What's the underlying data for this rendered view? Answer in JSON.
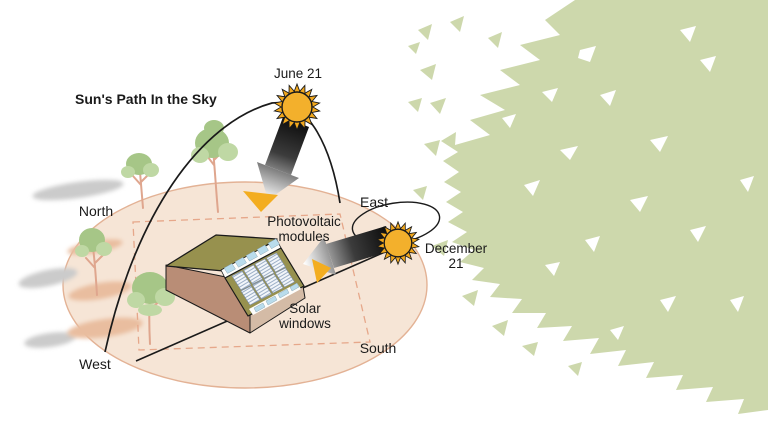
{
  "title": {
    "line1": "Sun's Path",
    "line2": "In the Sky"
  },
  "sun_labels": {
    "june": "June 21",
    "december_line1": "December",
    "december_line2": "21"
  },
  "compass": {
    "north": "North",
    "east": "East",
    "south": "South",
    "west": "West"
  },
  "annotations": {
    "photovoltaic_line1": "Photovoltaic",
    "photovoltaic_line2": "modules",
    "solar_line1": "Solar",
    "solar_line2": "windows"
  },
  "icons": {
    "june-sun-icon": "sunburst glyph",
    "december-sun-icon": "sunburst glyph",
    "june-sunbeam-arrow-icon": "black-to-white gradient arrow",
    "december-sunbeam-arrow-icon": "black-to-white gradient arrow",
    "house-icon": "passive solar house with panels",
    "tree-icon": "deciduous tree",
    "big-tree-foliage-icon": "large tree canopy",
    "sun-path-arc": "summer sun path arc",
    "winter-path-ellipse": "winter sun path ellipse"
  },
  "colors": {
    "text": "#1a1a1a",
    "outline": "#1a1a1a",
    "ground": "#f6e5d6",
    "ground_border": "#e3b295",
    "dash": "#e6a78a",
    "big_tree": "#cdd8ac",
    "tree_leaf": "#a6c687",
    "tree_leaf2": "#bfd8a4",
    "tree_trunk": "#dfa68e",
    "shadow_gray": "#cbcbcb",
    "shadow_salmon": "#e9bd9f",
    "roof": "#97914e",
    "wall_front": "#b98d76",
    "wall_side": "#d4bba6",
    "window": "#b9dcec",
    "panel_bg": "#f3f6fa",
    "panel_hatch": "#9cafc7",
    "sun_fill": "#f3b02c",
    "sun_ray": "#f2a81d",
    "highlight": "#f3ad20"
  }
}
